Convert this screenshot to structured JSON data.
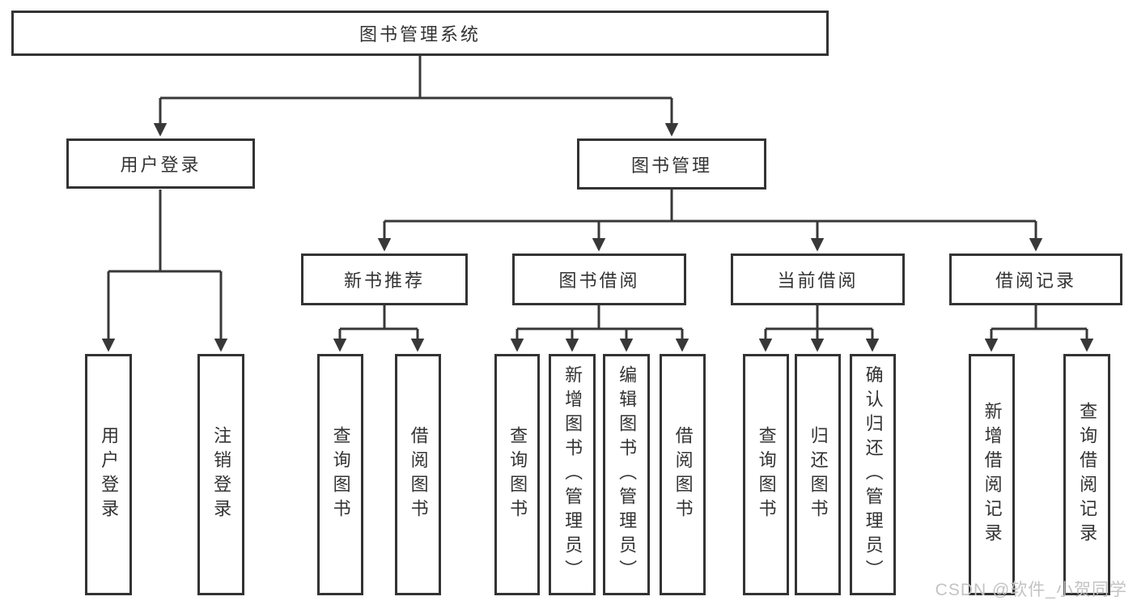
{
  "diagram": {
    "root_label": "图书管理系统",
    "level2": [
      {
        "label": "用户登录",
        "children": [
          "用户登录",
          "注销登录"
        ]
      },
      {
        "label": "图书管理"
      }
    ],
    "level3": [
      {
        "label": "新书推荐",
        "children": [
          "查询图书",
          "借阅图书"
        ]
      },
      {
        "label": "图书借阅",
        "children": [
          "查询图书",
          "新增图书（管理员）",
          "编辑图书（管理员）",
          "借阅图书"
        ]
      },
      {
        "label": "当前借阅",
        "children": [
          "查询图书",
          "归还图书",
          "确认归还（管理员）"
        ]
      },
      {
        "label": "借阅记录",
        "children": [
          "新增借阅记录",
          "查询借阅记录"
        ]
      }
    ],
    "watermark": "CSDN @软件_小贺同学",
    "colors": {
      "line": "#383838",
      "text": "#333333",
      "watermark": "#c3c3c3",
      "background": "#ffffff"
    }
  }
}
